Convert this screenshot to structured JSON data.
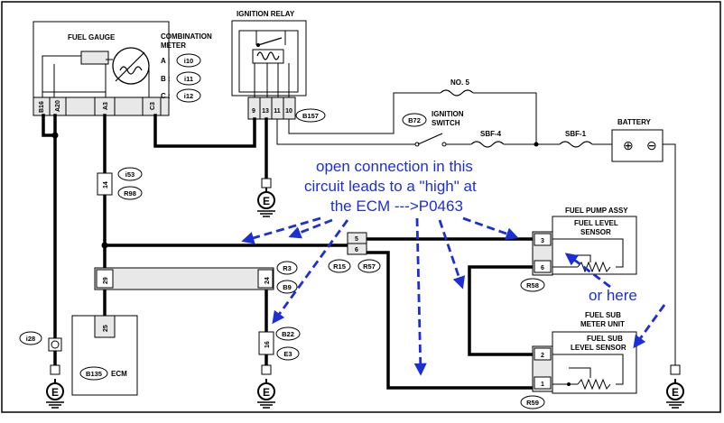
{
  "colors": {
    "wire": "#000000",
    "annotation": "#1c2fd6",
    "box_shade": "#e8e8e8",
    "ground_shade": "#d9d9d9"
  },
  "components": {
    "fuel_gauge": "FUEL GAUGE",
    "combination_meter": [
      "COMBINATION",
      "METER"
    ],
    "meter_connectors": [
      {
        "prefix": "A :",
        "code": "i10"
      },
      {
        "prefix": "B :",
        "code": "i11"
      },
      {
        "prefix": "C :",
        "code": "i12"
      }
    ],
    "meter_pins": [
      "B16",
      "A20",
      "A3",
      "C3"
    ],
    "ignition_relay": "IGNITION RELAY",
    "relay_pins": [
      "9",
      "13",
      "11",
      "10"
    ],
    "relay_connector": "B157",
    "fuse_no5": "NO. 5",
    "ignition_switch_code": "B72",
    "ignition_switch": [
      "IGNITION",
      "SWITCH"
    ],
    "sbf4": "SBF-4",
    "sbf1": "SBF-1",
    "battery": "BATTERY",
    "battery_plus": "⊕",
    "battery_minus": "⊖",
    "ground": "E",
    "conn_i53": {
      "pin": "14",
      "codes": [
        "i53",
        "R98"
      ]
    },
    "ecm_connector_pins": [
      "29",
      "24"
    ],
    "r_codes": [
      "R3",
      "B9"
    ],
    "ecm_pin": "25",
    "ecm_code": "B135",
    "ecm_label": "ECM",
    "i28": "i28",
    "conn_b22": {
      "pin": "16",
      "codes": [
        "B22",
        "E3"
      ]
    },
    "r15_pins": [
      "5",
      "6"
    ],
    "r15_codes": [
      "R15",
      "R57"
    ],
    "fuel_pump": [
      "FUEL PUMP ASSY",
      "FUEL LEVEL",
      "SENSOR"
    ],
    "fuel_pump_pins": [
      "3",
      "6"
    ],
    "r58": "R58",
    "fuel_sub": [
      "FUEL SUB",
      "METER UNIT",
      "FUEL SUB",
      "LEVEL SENSOR"
    ],
    "fuel_sub_pins": [
      "2",
      "1"
    ],
    "r59": "R59"
  },
  "annotations": {
    "main": [
      "open connection in this",
      "circuit leads to a \"high\" at",
      "the ECM --->P0463"
    ],
    "secondary": "or here"
  }
}
